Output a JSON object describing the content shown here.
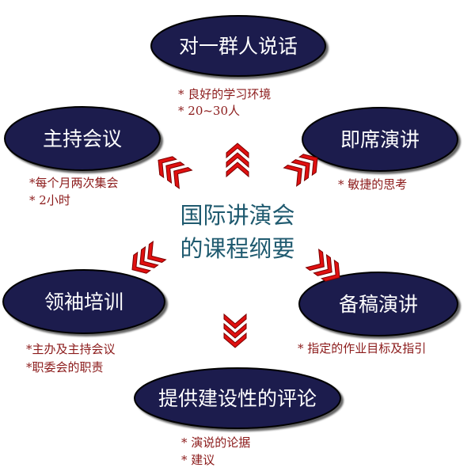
{
  "center": {
    "line1": "国际讲演会",
    "line2": "的课程纲要"
  },
  "nodes": {
    "top": {
      "label": "对一群人说话",
      "bullets": [
        "良好的学习环境",
        "20~30人"
      ]
    },
    "top_left": {
      "label": "主持会议",
      "bullets": [
        "每个月两次集会",
        "2小时"
      ]
    },
    "top_right": {
      "label": "即席演讲",
      "bullets": [
        "敏捷的思考"
      ]
    },
    "bottom_left": {
      "label": "领袖培训",
      "bullets": [
        "主办及主持会议",
        "职委会的职责"
      ]
    },
    "bottom_right": {
      "label": "备稿演讲",
      "bullets": [
        "指定的作业目标及指引"
      ]
    },
    "bottom": {
      "label": "提供建设性的评论",
      "bullets": [
        "演说的论据",
        "建议"
      ]
    }
  },
  "bullet_marker": "*",
  "colors": {
    "ellipse": "#1c1b4e",
    "ellipse_stroke": "#000000",
    "arrow": "#e01010",
    "label": "#ffffff",
    "center_text": "#1f5a6f",
    "bullet_text": "#8b1a1a"
  }
}
